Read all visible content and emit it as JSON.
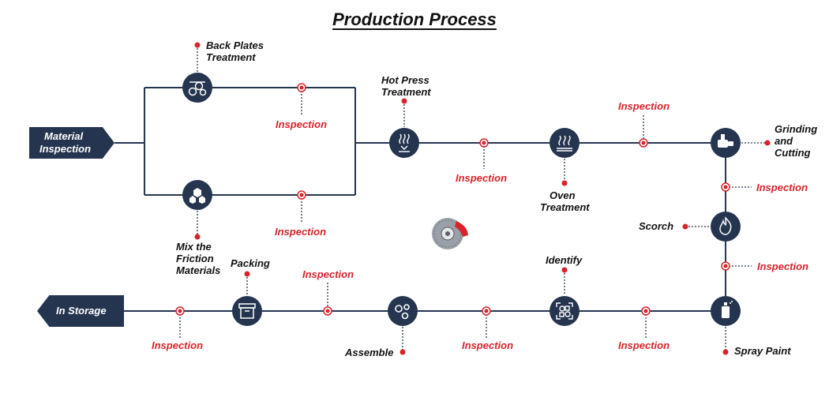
{
  "title": "Production Process",
  "labels": {
    "material_inspection": [
      "Material",
      "Inspection"
    ],
    "back_plates": [
      "Back Plates",
      "Treatment"
    ],
    "mix_friction": [
      "Mix the",
      "Friction",
      "Materials"
    ],
    "hot_press": [
      "Hot Press",
      "Treatment"
    ],
    "oven": [
      "Oven",
      "Treatment"
    ],
    "grinding": [
      "Grinding",
      "and",
      "Cutting"
    ],
    "scorch": "Scorch",
    "spray_paint": "Spray Paint",
    "identify": "Identify",
    "assemble": "Assemble",
    "packing": "Packing",
    "in_storage": "In Storage",
    "inspection": "Inspection"
  },
  "colors": {
    "node": "#253550",
    "line": "#253550",
    "dot": "#d8232a",
    "inspection_text": "#d8232a"
  },
  "icons": [
    "rollers-icon",
    "hexagons-icon",
    "heat-press-icon",
    "heat-waves-icon",
    "grinder-icon",
    "flame-icon",
    "spray-can-icon",
    "scan-icon",
    "gears-icon",
    "box-icon",
    "brake-disc-icon"
  ]
}
